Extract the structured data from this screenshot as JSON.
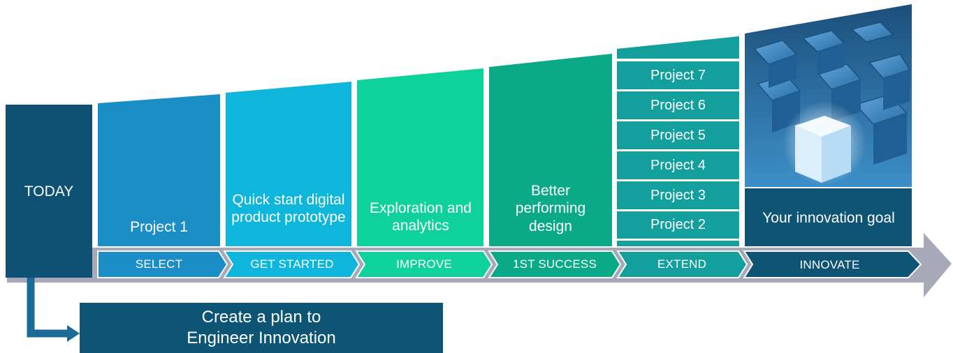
{
  "today": {
    "label": "TODAY"
  },
  "columns": [
    {
      "id": "select",
      "label": "Project 1",
      "color": "#1b8ec5"
    },
    {
      "id": "get-started",
      "label": "Quick start digital product prototype",
      "color": "#0fb6dc"
    },
    {
      "id": "improve",
      "label": "Exploration and analytics",
      "color": "#0ed19b"
    },
    {
      "id": "success",
      "label": "Better performing design",
      "color": "#0aaa88"
    },
    {
      "id": "innovate",
      "label": "Your innovation goal",
      "color": "#0e5474"
    }
  ],
  "projects": [
    "Project  7",
    "Project 6",
    "Project 5",
    "Project 4",
    "Project 3",
    "Project 2"
  ],
  "stages": [
    "SELECT",
    "GET STARTED",
    "IMPROVE",
    "1ST SUCCESS",
    "EXTEND",
    "INNOVATE"
  ],
  "plan": {
    "line1": "Create a plan to",
    "line2": "Engineer Innovation"
  },
  "colors": {
    "today": "#0f5172",
    "extend": "#139f9c",
    "arrow": "#a7a8b8",
    "plan_box": "#0e5474",
    "connector": "#1a6a95"
  }
}
